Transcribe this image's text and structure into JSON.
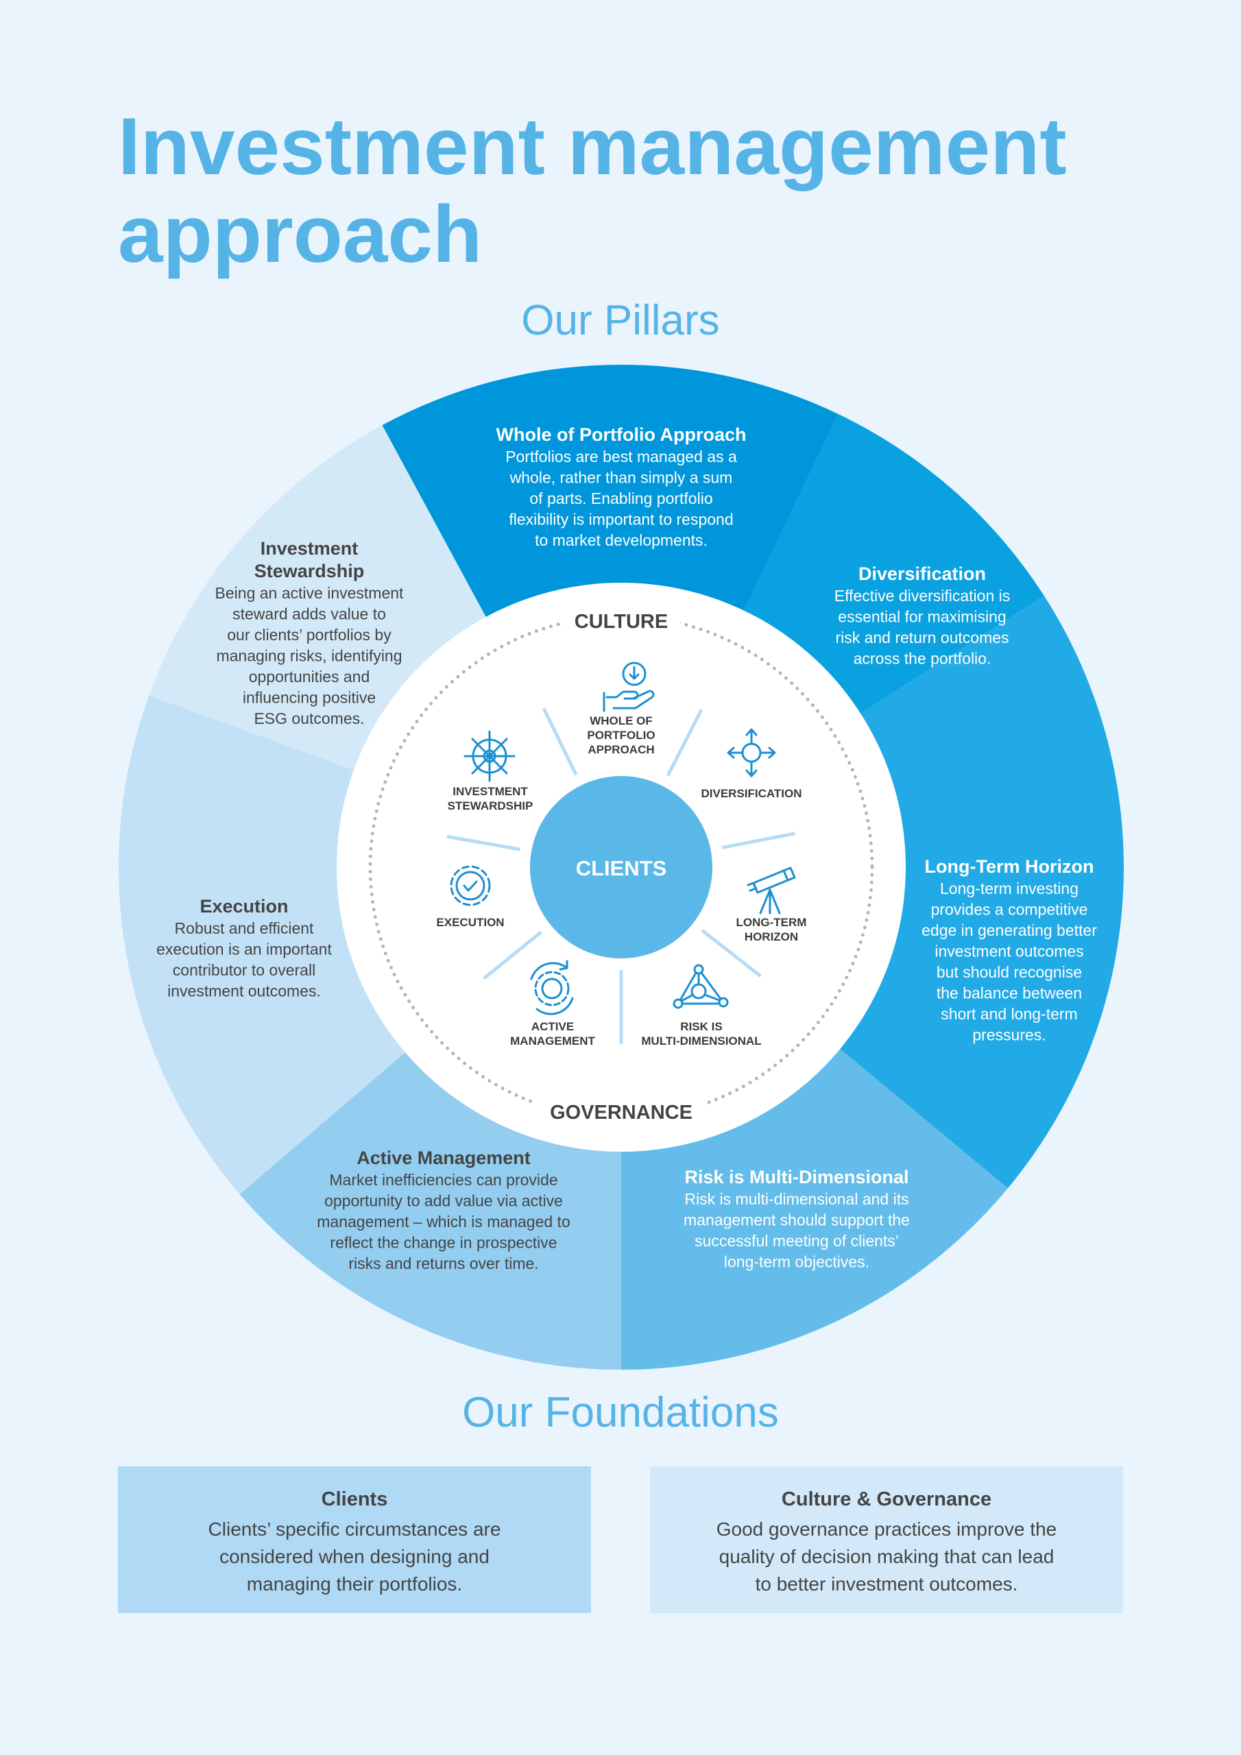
{
  "title": {
    "line1": "Investment management",
    "line2": "approach"
  },
  "pillars_heading": "Our Pillars",
  "foundations_heading": "Our Foundations",
  "colors": {
    "title": "#56b3e6",
    "background": "#eaf4fd",
    "segment_whole_of_portfolio": "#0096db",
    "segment_diversification": "#0aa1e0",
    "segment_long_term_horizon": "#21aae6",
    "segment_risk": "#63bce9",
    "segment_active_management": "#93cdf0",
    "segment_execution": "#c3e1f6",
    "segment_stewardship": "#d3e9f8",
    "hub": "#5ab8e8",
    "icon": "#1b8fd2"
  },
  "pillars": [
    {
      "key": "whole",
      "title": "Whole of Portfolio Approach",
      "lines": [
        "Portfolios are best managed as a",
        "whole, rather than simply a sum",
        "of parts. Enabling portfolio",
        "flexibility is important to respond",
        "to market developments."
      ]
    },
    {
      "key": "diversification",
      "title": "Diversification",
      "lines": [
        "Effective diversification is",
        "essential for maximising",
        "risk and return outcomes",
        "across the portfolio."
      ]
    },
    {
      "key": "longterm",
      "title": "Long-Term Horizon",
      "lines": [
        "Long-term investing",
        "provides a competitive",
        "edge in generating better",
        "investment outcomes",
        "but should recognise",
        "the balance between",
        "short and long-term",
        "pressures."
      ]
    },
    {
      "key": "risk",
      "title": "Risk is Multi-Dimensional",
      "lines": [
        "Risk is multi-dimensional and its",
        "management should support the",
        "successful meeting of clients’",
        "long-term objectives."
      ]
    },
    {
      "key": "active",
      "title": "Active Management",
      "lines": [
        "Market inefficiencies can provide",
        "opportunity to add value via active",
        "management – which is managed to",
        "reflect the change in prospective",
        "risks and returns over time."
      ]
    },
    {
      "key": "execution",
      "title": "Execution",
      "lines": [
        "Robust and efficient",
        "execution is an important",
        "contributor to overall",
        "investment outcomes."
      ]
    },
    {
      "key": "stewardship",
      "title_lines": [
        "Investment",
        "Stewardship"
      ],
      "lines": [
        "Being an active investment",
        "steward adds value to",
        "our clients’ portfolios by",
        "managing risks, identifying",
        "opportunities and",
        "influencing positive",
        "ESG outcomes."
      ]
    }
  ],
  "inner": {
    "culture": "CULTURE",
    "governance": "GOVERNANCE",
    "hub": "CLIENTS",
    "labels": [
      {
        "key": "whole",
        "icon": "hand-with-coin-icon",
        "lines": [
          "WHOLE OF",
          "PORTFOLIO",
          "APPROACH"
        ]
      },
      {
        "key": "diversification",
        "icon": "four-arrows-icon",
        "lines": [
          "DIVERSIFICATION"
        ]
      },
      {
        "key": "longterm",
        "icon": "telescope-icon",
        "lines": [
          "LONG-TERM",
          "HORIZON"
        ]
      },
      {
        "key": "risk",
        "icon": "network-icon",
        "lines": [
          "RISK IS",
          "MULTI-DIMENSIONAL"
        ]
      },
      {
        "key": "active",
        "icon": "gear-cycle-icon",
        "lines": [
          "ACTIVE",
          "MANAGEMENT"
        ]
      },
      {
        "key": "execution",
        "icon": "gear-check-icon",
        "lines": [
          "EXECUTION"
        ]
      },
      {
        "key": "stewardship",
        "icon": "ship-wheel-icon",
        "lines": [
          "INVESTMENT",
          "STEWARDSHIP"
        ]
      }
    ]
  },
  "foundations": {
    "clients": {
      "title": "Clients",
      "lines": [
        "Clients’ specific circumstances are",
        "considered when designing and",
        "managing their portfolios."
      ]
    },
    "culture": {
      "title": "Culture & Governance",
      "lines": [
        "Good governance practices improve the",
        "quality of decision making that can lead",
        "to better investment outcomes."
      ]
    }
  }
}
